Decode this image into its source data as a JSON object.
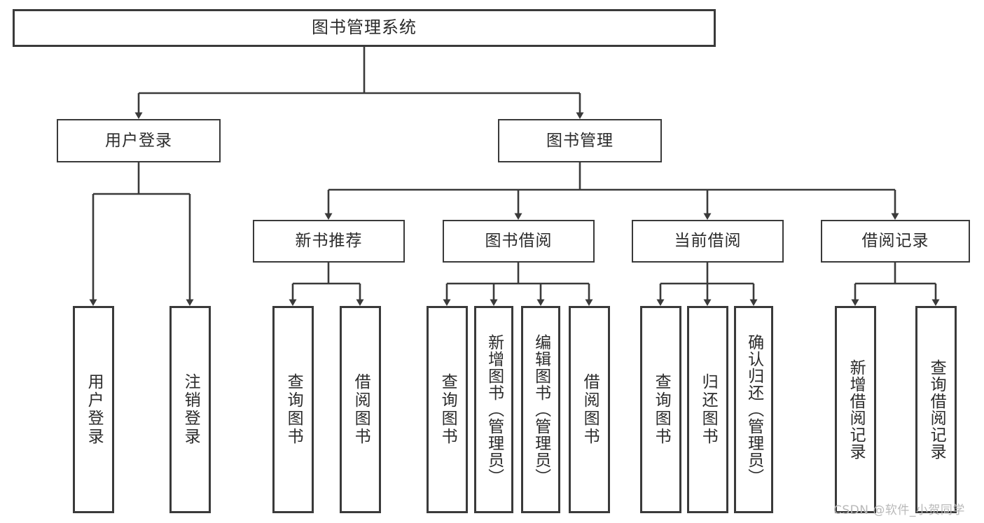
{
  "diagram": {
    "title": "图书管理系统",
    "type": "hierarchy-tree",
    "watermark": "CSDN @软件_小贺同学",
    "colors": {
      "stroke": "#3a3a3a",
      "text": "#2b2b2b",
      "background": "#ffffff",
      "watermark": "#b9b9b9"
    },
    "levels": {
      "root": {
        "label": "图书管理系统"
      },
      "level2": [
        {
          "label": "用户登录"
        },
        {
          "label": "图书管理"
        }
      ],
      "level3": [
        {
          "label": "新书推荐"
        },
        {
          "label": "图书借阅"
        },
        {
          "label": "当前借阅"
        },
        {
          "label": "借阅记录"
        }
      ],
      "leaves": [
        {
          "label": "用户登录",
          "parent": "用户登录"
        },
        {
          "label": "注销登录",
          "parent": "用户登录"
        },
        {
          "label": "查询图书",
          "parent": "新书推荐"
        },
        {
          "label": "借阅图书",
          "parent": "新书推荐"
        },
        {
          "label": "查询图书",
          "parent": "图书借阅"
        },
        {
          "label": "新增图书（管理员）",
          "parent": "图书借阅"
        },
        {
          "label": "编辑图书（管理员）",
          "parent": "图书借阅"
        },
        {
          "label": "借阅图书",
          "parent": "图书借阅"
        },
        {
          "label": "查询图书",
          "parent": "当前借阅"
        },
        {
          "label": "归还图书",
          "parent": "当前借阅"
        },
        {
          "label": "确认归还（管理员）",
          "parent": "当前借阅"
        },
        {
          "label": "新增借阅记录",
          "parent": "借阅记录"
        },
        {
          "label": "查询借阅记录",
          "parent": "借阅记录"
        }
      ]
    }
  }
}
